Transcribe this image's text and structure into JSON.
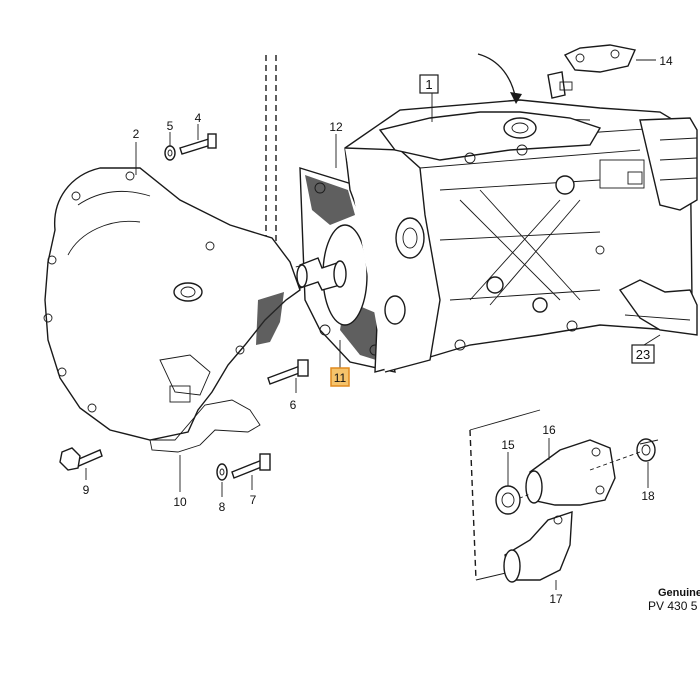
{
  "callouts": {
    "c1": "1",
    "c2": "2",
    "c4": "4",
    "c5": "5",
    "c6": "6",
    "c7": "7",
    "c8": "8",
    "c9": "9",
    "c10": "10",
    "c11": "11",
    "c12": "12",
    "c14": "14",
    "c15": "15",
    "c16": "16",
    "c17": "17",
    "c18": "18",
    "c23": "23"
  },
  "footer": {
    "brand": "Genuine",
    "code": "PV 430 5"
  },
  "colors": {
    "highlight_fill": "#f5c36b",
    "highlight_border": "#e08a1e",
    "ink": "#1a1a1a"
  }
}
